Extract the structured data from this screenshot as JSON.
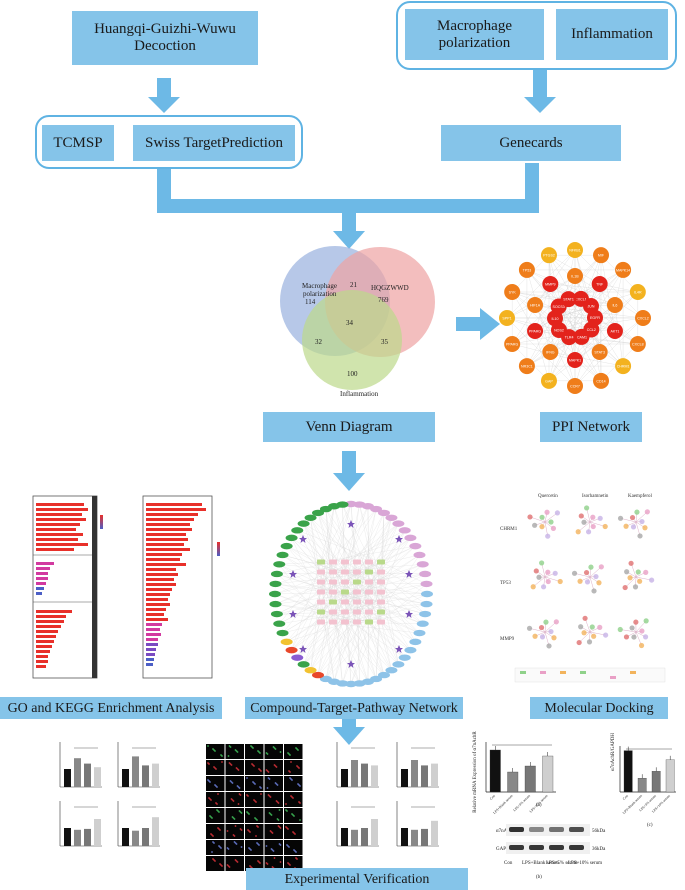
{
  "top_left": {
    "line1": "Huangqi-Guizhi-Wuwu",
    "line2": "Decoction"
  },
  "top_right": {
    "macrophage_line1": "Macrophage",
    "macrophage_line2": "polarization",
    "inflammation": "Inflammation"
  },
  "databases": {
    "tcmsp": "TCMSP",
    "swiss": "Swiss TargetPrediction",
    "genecards": "Genecards"
  },
  "venn": {
    "set_macrophage_line1": "Macrophage",
    "set_macrophage_line2": "polarization",
    "set_hqgzwwd": "HQGZWWD",
    "set_inflammation": "Inflammation",
    "n_macrophage_only": "114",
    "n_hqgzwwd_only": "769",
    "n_inflammation_only": "100",
    "n_mac_hq": "21",
    "n_mac_inf": "32",
    "n_hq_inf": "35",
    "n_all": "34",
    "colors": {
      "macrophage": "#9fb5e0",
      "hqgzwwd": "#eea3a3",
      "inflammation": "#bcd98a"
    }
  },
  "labels": {
    "venn_diagram": "Venn Diagram",
    "ppi_network": "PPI Network",
    "go_kegg": "GO and KEGG Enrichment Analysis",
    "ctp_network": "Compound-Target-Pathway Network",
    "docking": "Molecular Docking",
    "experimental": "Experimental Verification"
  },
  "ppi": {
    "outer_nodes": [
      "NFKB1",
      "MIF",
      "MAPK14",
      "IL4R",
      "CXCL2",
      "CXCL8",
      "CHRM1",
      "CD14",
      "CCR7",
      "GAP",
      "NR3C1",
      "PPARG",
      "SPP1",
      "SYK",
      "TP53",
      "PTGS2"
    ],
    "inner_nodes": [
      "IL1B",
      "TNF",
      "IL6",
      "AKT1",
      "STAT3",
      "MAPK1",
      "IFNG",
      "PPARG",
      "HIF1A",
      "MMP9",
      "CXCL1",
      "JUN",
      "EGFR",
      "CCL2",
      "ICAM1",
      "TLR4",
      "NOS2",
      "IL10",
      "SOCS3",
      "STAT1"
    ],
    "colors": {
      "outer": "#f3b21f",
      "mid": "#ef7d1a",
      "inner": "#e3231c"
    }
  },
  "docking": {
    "compounds": [
      "Quercetin",
      "Isorhamnetin",
      "Kaempferol"
    ],
    "targets": [
      "CHRM1",
      "TP53",
      "MMP9"
    ]
  },
  "western": {
    "band1": "α7nAchR",
    "band2": "GAPDH",
    "kda1": "56kDa",
    "kda2": "36kDa",
    "groups": [
      "Con",
      "LPS+Blank serum",
      "LPS+5% serum",
      "LPS+10% serum"
    ],
    "panel_a": "(a)",
    "panel_b": "(b)",
    "panel_c": "(c)"
  },
  "chart_data": [
    {
      "type": "bar",
      "title": "",
      "ylabel": "Relative mRNA Expression of α7nAchR",
      "categories": [
        "Con",
        "LPS+Blank serum",
        "LPS+5% serum",
        "LPS+10% serum"
      ],
      "values": [
        2.1,
        1.0,
        1.3,
        1.8
      ]
    },
    {
      "type": "bar",
      "title": "",
      "ylabel": "α7nAchR/GAPDH",
      "categories": [
        "Con",
        "LPS+Blank serum",
        "LPS+5% serum",
        "LPS+10% serum"
      ],
      "values": [
        0.9,
        0.3,
        0.45,
        0.7
      ]
    }
  ]
}
